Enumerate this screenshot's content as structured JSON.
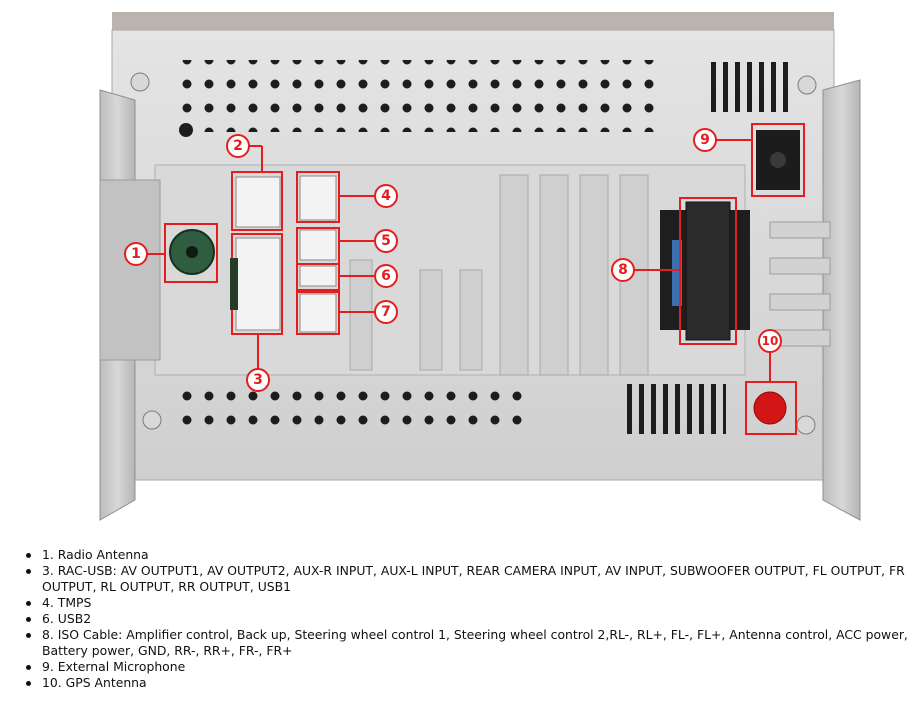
{
  "callouts": [
    "1",
    "2",
    "3",
    "4",
    "5",
    "6",
    "7",
    "8",
    "9",
    "10"
  ],
  "legend": [
    "1. Radio Antenna",
    "3. RAC-USB: AV OUTPUT1, AV OUTPUT2, AUX-R INPUT, AUX-L INPUT, REAR CAMERA INPUT, AV INPUT, SUBWOOFER OUTPUT, FL OUTPUT, FR OUTPUT, RL   OUTPUT, RR OUTPUT,  USB1",
    "4. TMPS",
    "6. USB2",
    "8. ISO Cable: Amplifier control, Back up, Steering wheel control 1, Steering wheel control 2,RL-, RL+, FL-, FL+, Antenna control, ACC power, Battery power, GND, RR-, RR+, FR-, FR+",
    "9. External Microphone",
    "10. GPS Antenna"
  ],
  "colors": {
    "callout": "#e41e1e",
    "chassis": "#c8c8c8",
    "housing": "#e2e2e2"
  }
}
